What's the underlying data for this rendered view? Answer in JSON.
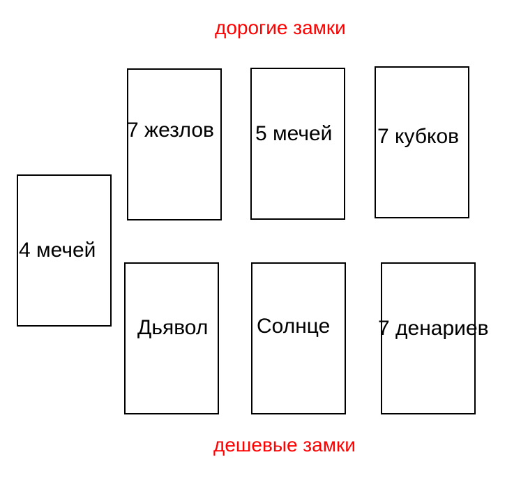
{
  "headings": {
    "top": "дорогие замки",
    "bottom": "дешевые замки",
    "color": "#ff0000"
  },
  "cards": [
    {
      "label": "4 мечей"
    },
    {
      "label": "7 жезлов"
    },
    {
      "label": "5 мечей"
    },
    {
      "label": "7 кубков"
    },
    {
      "label": "Дьявол"
    },
    {
      "label": "Солнце"
    },
    {
      "label": "7 денариев"
    }
  ]
}
